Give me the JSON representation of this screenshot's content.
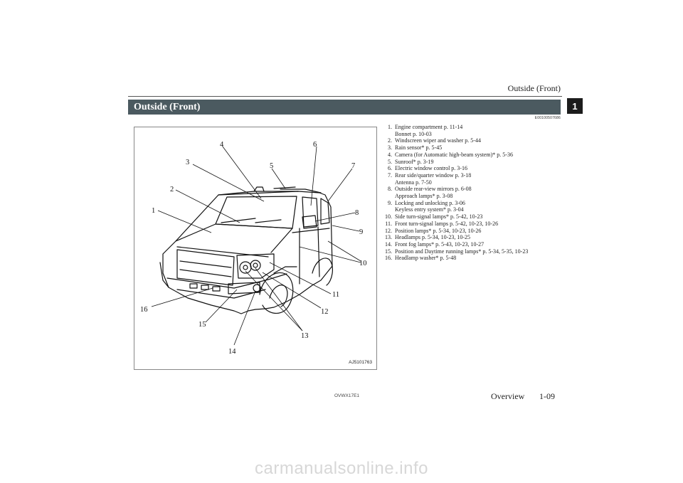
{
  "running_header": "Outside (Front)",
  "chapter_number": "1",
  "section_title": "Outside (Front)",
  "section_code": "E00100507686",
  "figure": {
    "image_code": "AJ5101763",
    "callouts": [
      "1",
      "2",
      "3",
      "4",
      "5",
      "6",
      "7",
      "8",
      "9",
      "10",
      "11",
      "12",
      "13",
      "14",
      "15",
      "16"
    ]
  },
  "parts_list": [
    {
      "num": "1.",
      "text": "Engine compartment p. 11-14",
      "sub": "Bonnet p. 10-03"
    },
    {
      "num": "2.",
      "text": "Windscreen wiper and washer p. 5-44"
    },
    {
      "num": "3.",
      "text": "Rain sensor* p. 5-45"
    },
    {
      "num": "4.",
      "text": "Camera (for Automatic high-beam system)* p. 5-36"
    },
    {
      "num": "5.",
      "text": "Sunroof* p. 3-19"
    },
    {
      "num": "6.",
      "text": "Electric window control p. 3-16"
    },
    {
      "num": "7.",
      "text": "Rear side/quarter window p. 3-18",
      "sub": "Antenna p. 7-50"
    },
    {
      "num": "8.",
      "text": "Outside rear-view mirrors p. 6-08",
      "sub": "Approach lamps* p. 3-08"
    },
    {
      "num": "9.",
      "text": "Locking and unlocking p. 3-06",
      "sub": "Keyless entry system* p. 3-04"
    },
    {
      "num": "10.",
      "text": "Side turn-signal lamps* p. 5-42, 10-23"
    },
    {
      "num": "11.",
      "text": "Front turn-signal lamps p. 5-42, 10-23, 10-26"
    },
    {
      "num": "12.",
      "text": "Position lamps* p. 5-34, 10-23, 10-26"
    },
    {
      "num": "13.",
      "text": "Headlamps p. 5-34, 10-23, 10-25"
    },
    {
      "num": "14.",
      "text": "Front fog lamps* p. 5-43, 10-23, 10-27"
    },
    {
      "num": "15.",
      "text": "Position and Daytime running lamps* p. 5-34, 5-35, 10-23"
    },
    {
      "num": "16.",
      "text": "Headlamp washer* p. 5-48"
    }
  ],
  "document_code": "OVWX17E1",
  "footer": {
    "section": "Overview",
    "page": "1-09"
  },
  "watermark": "carmanualsonline.info"
}
